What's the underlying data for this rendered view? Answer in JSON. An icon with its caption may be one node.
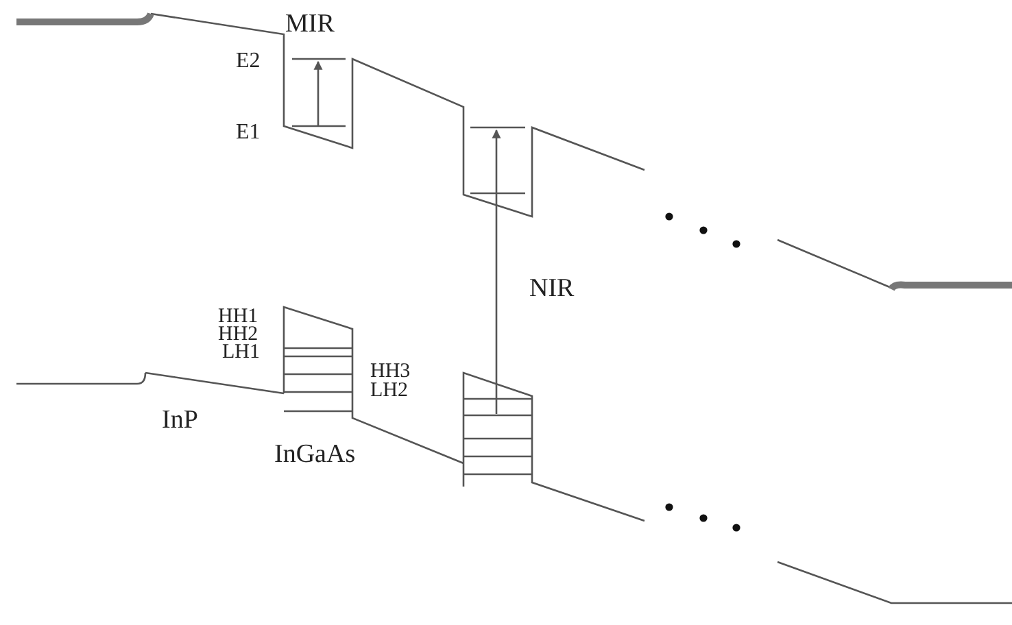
{
  "diagram": {
    "labels": [
      "MIR",
      "E2",
      "E1",
      "NIR",
      "HH1",
      "HH2",
      "LH1",
      "HH3",
      "LH2",
      "InP",
      "InGaAs"
    ]
  }
}
